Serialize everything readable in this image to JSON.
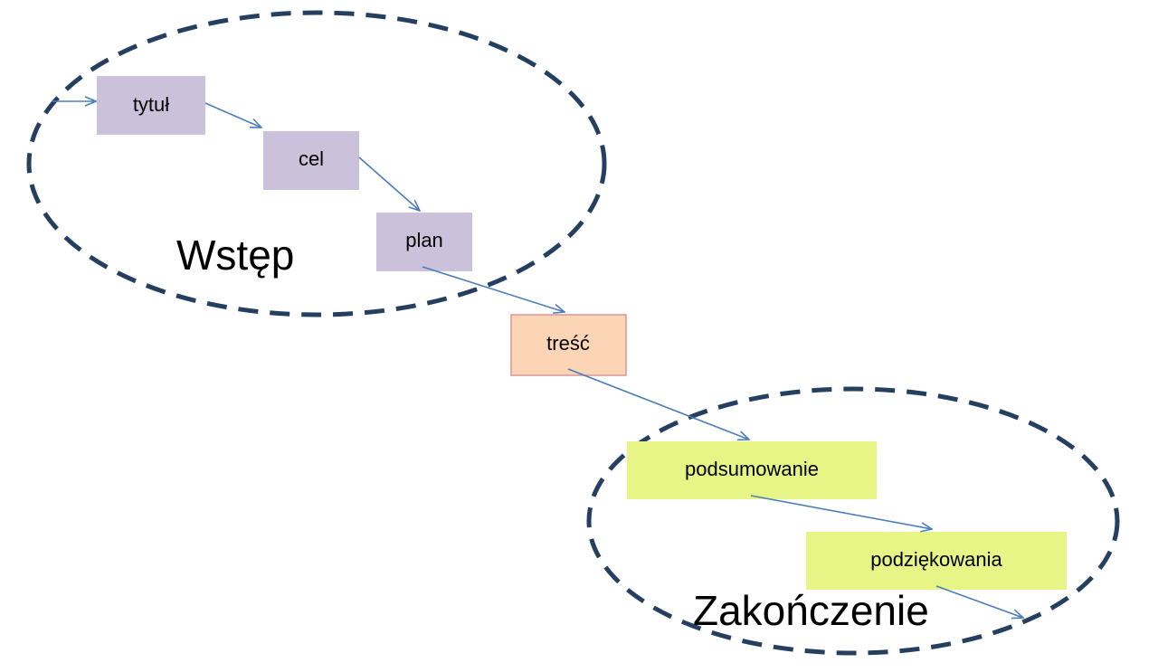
{
  "groups": {
    "intro": {
      "label": "Wstęp"
    },
    "ending": {
      "label": "Zakończenie"
    }
  },
  "steps": {
    "title": {
      "label": "tytuł",
      "color": "#ccc1da"
    },
    "goal": {
      "label": "cel",
      "color": "#ccc1da"
    },
    "plan": {
      "label": "plan",
      "color": "#ccc1da"
    },
    "content": {
      "label": "treść",
      "color": "#fbd5b5",
      "border": "#d99694"
    },
    "summary": {
      "label": "podsumowanie",
      "color": "#e6f585"
    },
    "thanks": {
      "label": "podziękowania",
      "color": "#e6f585"
    }
  },
  "colors": {
    "ellipse_stroke": "#243f60",
    "arrow": "#4a7ebb"
  },
  "flow": [
    "title",
    "goal",
    "plan",
    "content",
    "summary",
    "thanks"
  ]
}
